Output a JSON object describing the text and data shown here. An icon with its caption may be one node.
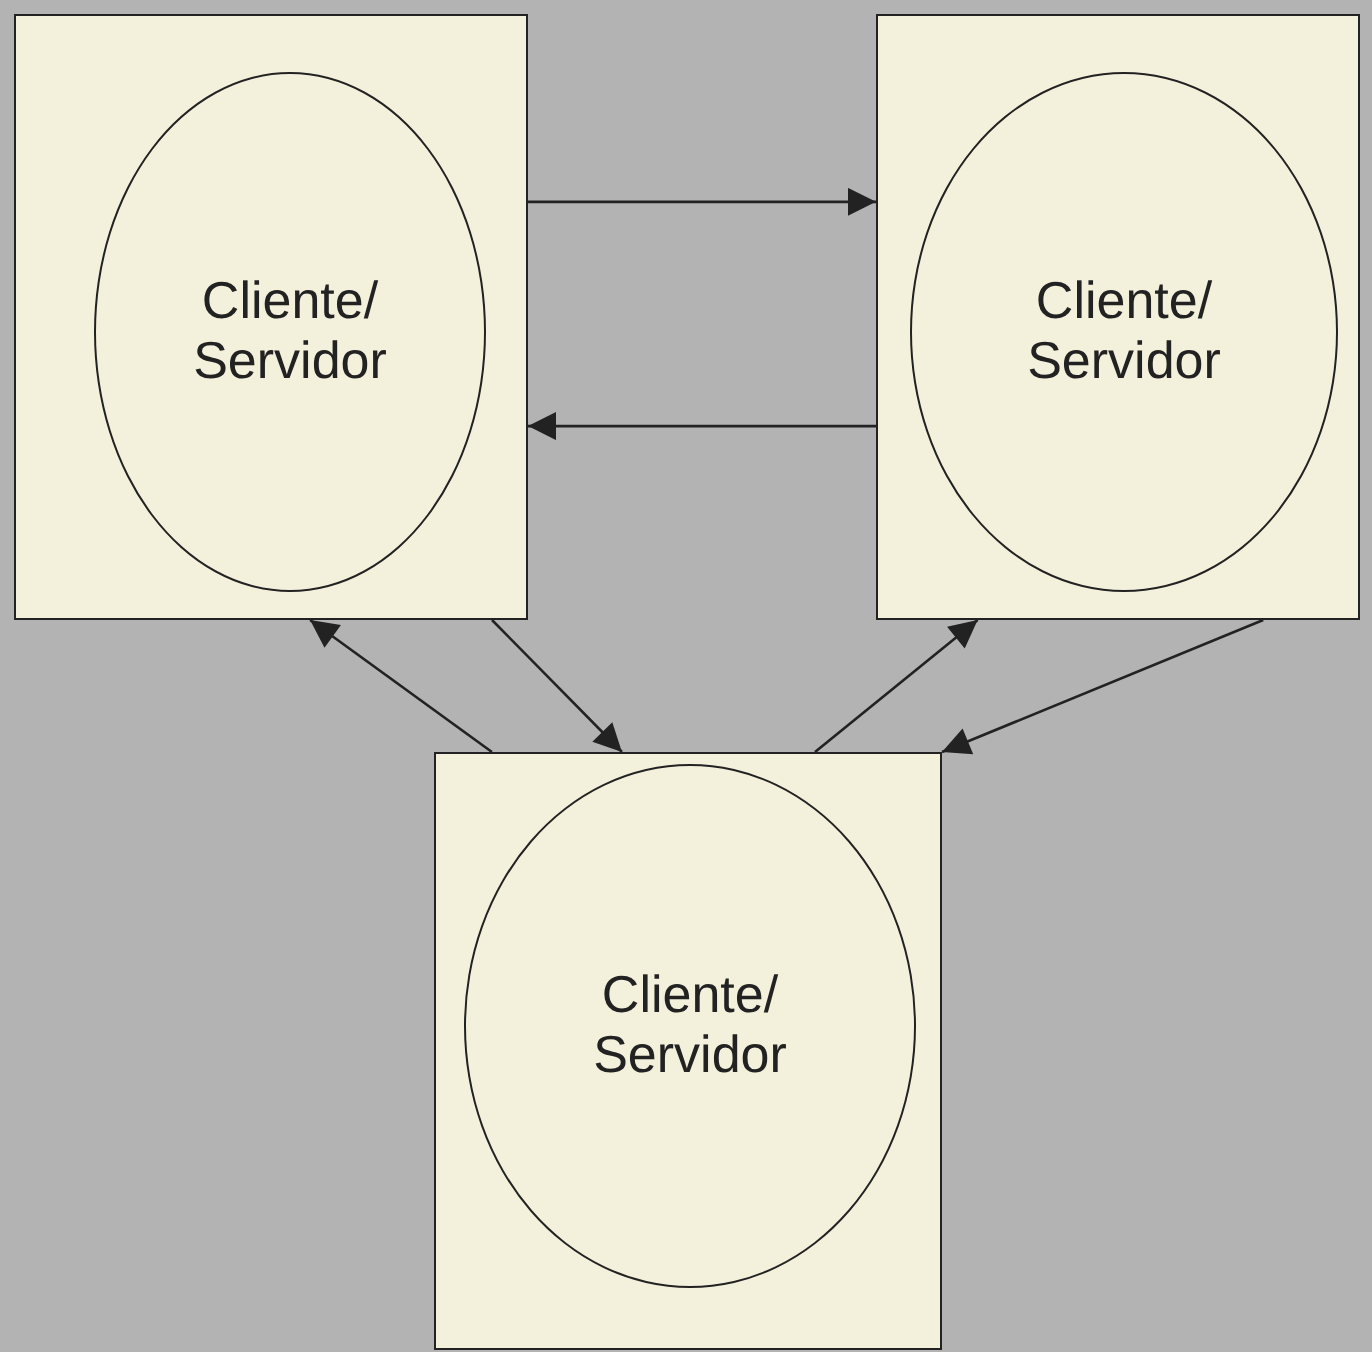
{
  "diagram": {
    "nodes": [
      {
        "text": [],
        "shape": "box"
      },
      {
        "text": [
          "Cliente/ Servidor"
        ],
        "in": 0
      },
      {
        "text": [],
        "shape": "box"
      },
      {
        "text": [
          "Cliente/ Servidor"
        ],
        "in": 2
      },
      {
        "text": [],
        "shape": "box"
      },
      {
        "text": [
          "Cliente/ Servidor"
        ],
        "in": 4
      }
    ],
    "edges": [
      {
        "from": 0,
        "to": 2,
        "arrow": "to"
      },
      {
        "from": 2,
        "to": 0,
        "arrow": "to"
      },
      {
        "from": 4,
        "to": 0,
        "arrow": "to"
      },
      {
        "from": 0,
        "to": 4,
        "arrow": "to"
      },
      {
        "from": 4,
        "to": 2,
        "arrow": "to"
      },
      {
        "from": 2,
        "to": 4,
        "arrow": "to"
      }
    ]
  }
}
